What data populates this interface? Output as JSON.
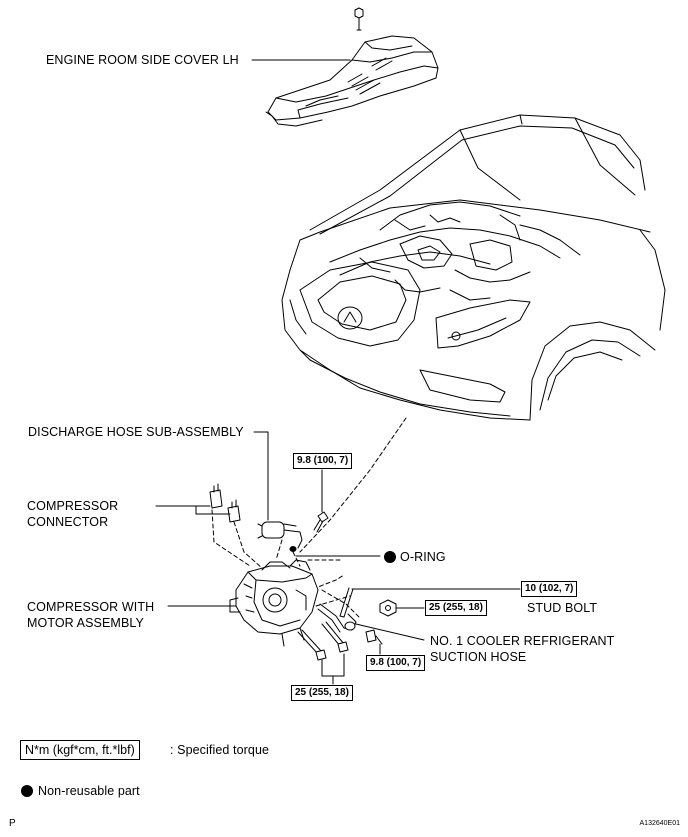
{
  "labels": {
    "engine_cover": "ENGINE ROOM SIDE COVER LH",
    "discharge_hose": "DISCHARGE HOSE SUB-ASSEMBLY",
    "compressor_connector_1": "COMPRESSOR",
    "compressor_connector_2": "CONNECTOR",
    "o_ring": "O-RING",
    "compressor_motor_1": "COMPRESSOR WITH",
    "compressor_motor_2": "MOTOR ASSEMBLY",
    "stud_bolt": "STUD BOLT",
    "suction_hose_1": "NO. 1 COOLER REFRIGERANT",
    "suction_hose_2": "SUCTION HOSE"
  },
  "torques": {
    "hose_bolt_top": "9.8 (100, 7)",
    "stud_bolt": "10 (102, 7)",
    "nut": "25 (255, 18)",
    "suction_bolt": "9.8 (100, 7)",
    "compressor_bolts": "25 (255, 18)"
  },
  "legend": {
    "torque_unit": "N*m (kgf*cm, ft.*lbf)",
    "torque_text": ": Specified torque",
    "nonreusable_text": "Non-reusable part"
  },
  "footer": {
    "left_mark": "P",
    "figure_id": "A132640E01"
  },
  "colors": {
    "ink": "#000000",
    "background": "#ffffff"
  }
}
